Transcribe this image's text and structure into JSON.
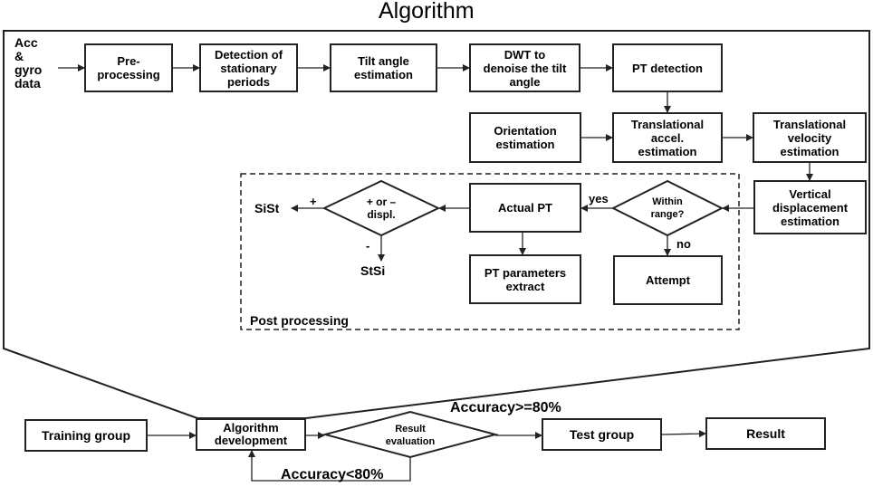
{
  "title": "Algorithm",
  "input_label": "Acc\n&\ngyro\ndata",
  "top_row": [
    "Pre-\nprocessing",
    "Detection of\nstationary\nperiods",
    "Tilt angle\nestimation",
    "DWT to\ndenoise the tilt\nangle",
    "PT detection"
  ],
  "middle_row": [
    "Orientation\nestimation",
    "Translational\naccel.\nestimation",
    "Translational\nvelocity\nestimation"
  ],
  "vertical_displacement": "Vertical\ndisplacement\nestimation",
  "post_processing": {
    "label": "Post processing",
    "within_range": "Within\nrange?",
    "yes": "yes",
    "no": "no",
    "actual_pt": "Actual PT",
    "attempt": "Attempt",
    "pt_parameters": "PT parameters\nextract",
    "displ_decision": "+ or –\ndispl.",
    "plus": "+",
    "minus": "-",
    "sist": "SiSt",
    "stsi": "StSi"
  },
  "bottom": {
    "training_group": "Training group",
    "algorithm_development": "Algorithm\ndevelopment",
    "result_evaluation": "Result\nevaluation",
    "test_group": "Test group",
    "result": "Result",
    "accuracy_pass": "Accuracy>=80%",
    "accuracy_fail": "Accuracy<80%"
  }
}
